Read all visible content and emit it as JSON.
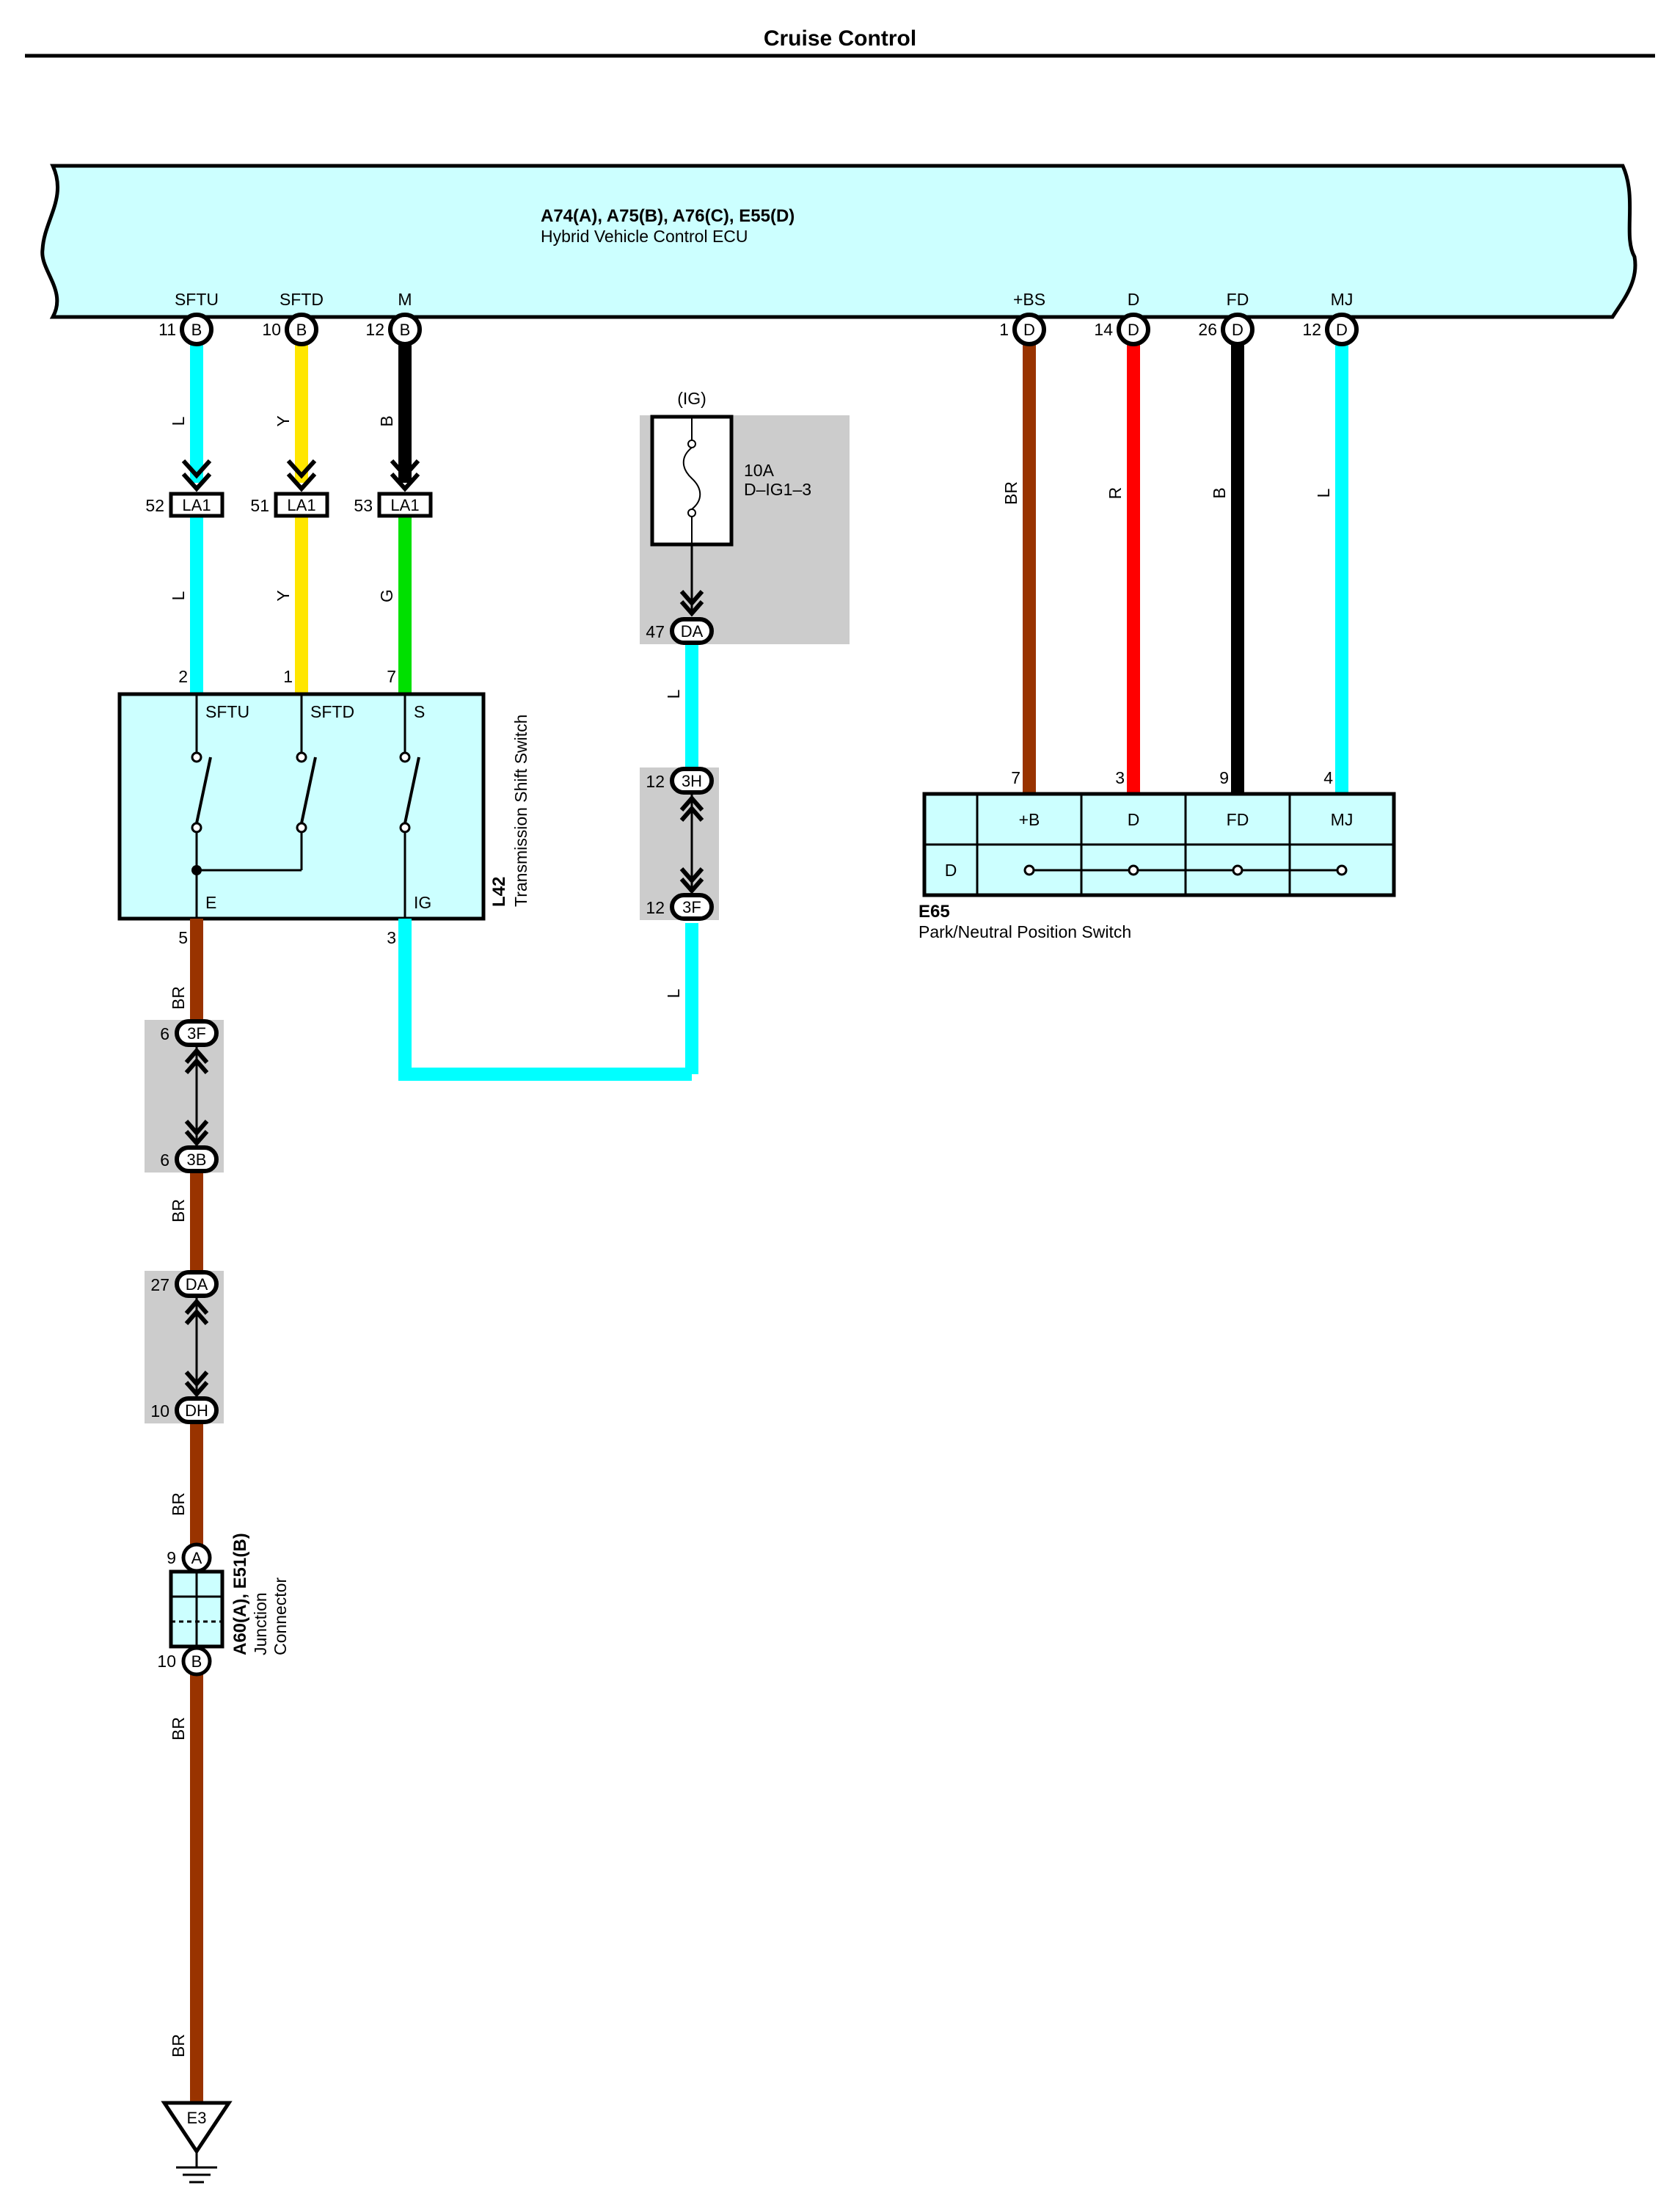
{
  "title": "Cruise Control",
  "ecu": {
    "id": "A74(A), A75(B), A76(C), E55(D)",
    "name": "Hybrid Vehicle Control ECU",
    "terminals": [
      {
        "name": "SFTU",
        "pin": "11",
        "conn": "B"
      },
      {
        "name": "SFTD",
        "pin": "10",
        "conn": "B"
      },
      {
        "name": "M",
        "pin": "12",
        "conn": "B"
      },
      {
        "name": "+BS",
        "pin": "1",
        "conn": "D"
      },
      {
        "name": "D",
        "pin": "14",
        "conn": "D"
      },
      {
        "name": "FD",
        "pin": "26",
        "conn": "D"
      },
      {
        "name": "MJ",
        "pin": "12",
        "conn": "D"
      }
    ]
  },
  "la1": {
    "connectors": [
      {
        "pin": "52",
        "label": "LA1"
      },
      {
        "pin": "51",
        "label": "LA1"
      },
      {
        "pin": "53",
        "label": "LA1"
      }
    ]
  },
  "wires": {
    "sftu_upper": "L",
    "sftu_lower": "L",
    "sftd_upper": "Y",
    "sftd_lower": "Y",
    "m_upper": "B",
    "m_lower": "G",
    "ig_1": "L",
    "ig_2": "L",
    "ground_1": "BR",
    "ground_2": "BR",
    "ground_3": "BR",
    "ground_4": "BR",
    "ground_5": "BR",
    "pnp_bs": "BR",
    "pnp_d": "R",
    "pnp_fd": "B",
    "pnp_mj": "L"
  },
  "colors": {
    "L": "#00ffff",
    "Y": "#ffe600",
    "B": "#000000",
    "G": "#00e000",
    "BR": "#993300",
    "R": "#ff0000",
    "box": "#ccffff",
    "junction_bg": "#cccccc"
  },
  "shift_switch": {
    "id": "L42",
    "name": "Transmission Shift Switch",
    "pins": [
      "2",
      "1",
      "7",
      "5",
      "3"
    ],
    "terminals": [
      "SFTU",
      "SFTD",
      "S",
      "E",
      "IG"
    ]
  },
  "fuse": {
    "supply": "(IG)",
    "rating": "10A",
    "name": "D–IG1–3",
    "da_pin": "47",
    "da_label": "DA"
  },
  "ig_junctions": [
    {
      "pin": "12",
      "label": "3H"
    },
    {
      "pin": "12",
      "label": "3F"
    }
  ],
  "ground_junctions": [
    {
      "pin": "6",
      "label": "3F"
    },
    {
      "pin": "6",
      "label": "3B"
    },
    {
      "pin": "27",
      "label": "DA"
    },
    {
      "pin": "10",
      "label": "DH"
    }
  ],
  "junction_connector": {
    "id": "A60(A), E51(B)",
    "name_line1": "Junction",
    "name_line2": "Connector",
    "pin_a": "9",
    "label_a": "A",
    "pin_b": "10",
    "label_b": "B"
  },
  "ground": {
    "label": "E3"
  },
  "pnp_switch": {
    "id": "E65",
    "name": "Park/Neutral Position Switch",
    "pins": [
      "7",
      "3",
      "9",
      "4"
    ],
    "columns": [
      "+B",
      "D",
      "FD",
      "MJ"
    ],
    "row_label": "D"
  }
}
